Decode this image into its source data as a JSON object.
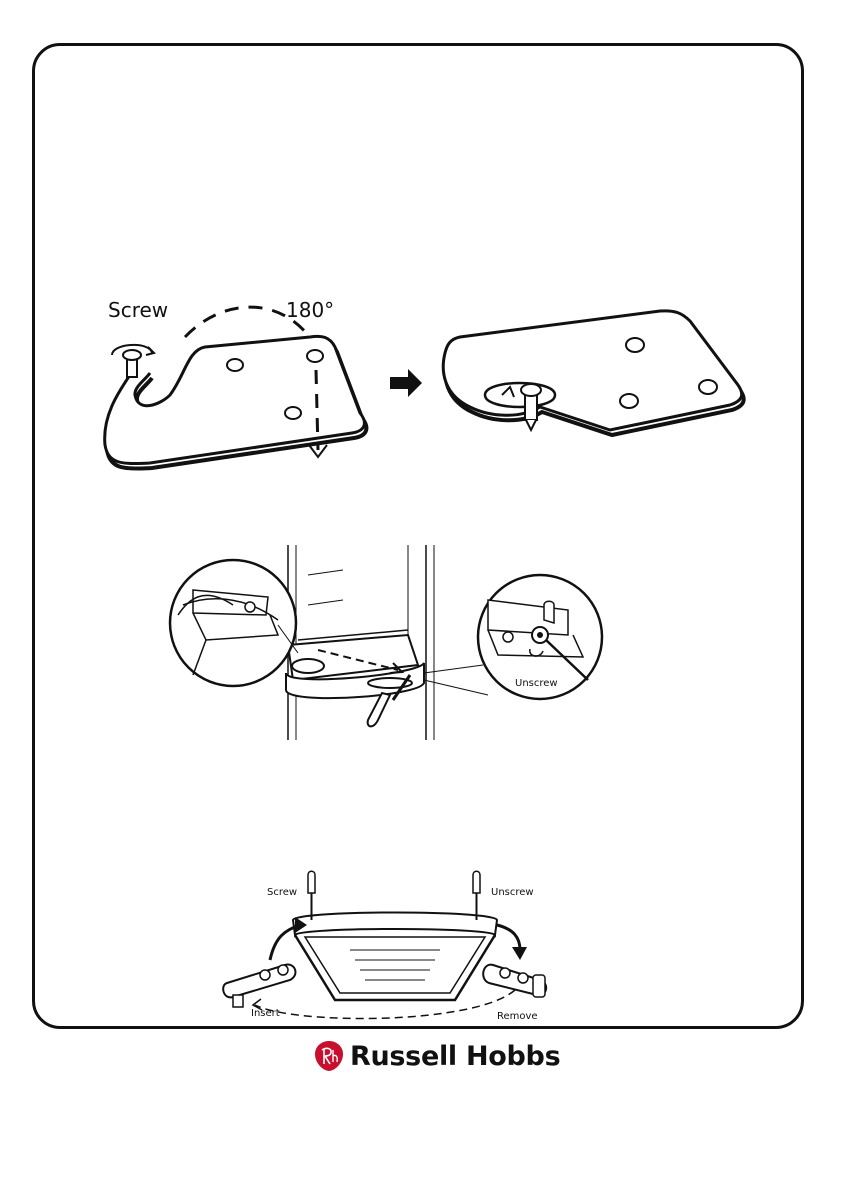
{
  "figure1": {
    "label_screw": "Screw",
    "label_angle": "180°"
  },
  "figure2": {
    "label_unscrew": "Unscrew"
  },
  "figure3": {
    "label_screw": "Screw",
    "label_unscrew": "Unscrew",
    "label_insert": "Insert",
    "label_remove": "Remove"
  },
  "brand": {
    "name": "Russell Hobbs",
    "logo_color": "#c8102e",
    "logo_icon": "rh-seal-icon"
  }
}
